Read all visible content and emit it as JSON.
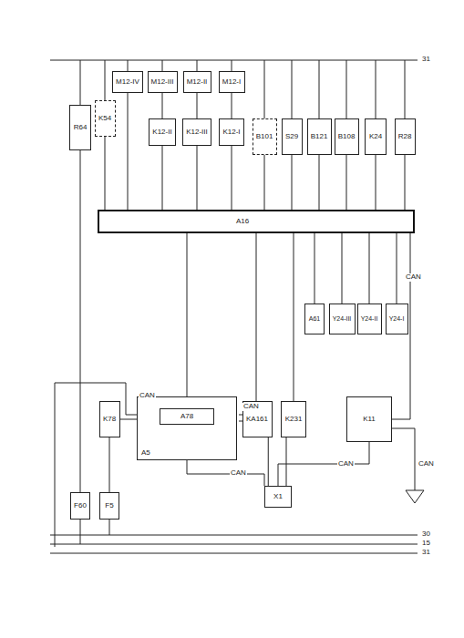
{
  "diagram": {
    "nodes": [
      {
        "text": [
          "R64"
        ]
      },
      {
        "text": [
          "K54"
        ]
      },
      {
        "text": [
          "M12-IV"
        ]
      },
      {
        "text": [
          "M12-III"
        ]
      },
      {
        "text": [
          "M12-II"
        ]
      },
      {
        "text": [
          "M12-I"
        ]
      },
      {
        "text": [
          "K12-II"
        ]
      },
      {
        "text": [
          "K12-III"
        ]
      },
      {
        "text": [
          "K12-I"
        ]
      },
      {
        "text": [
          "B101"
        ]
      },
      {
        "text": [
          "S29"
        ]
      },
      {
        "text": [
          "B121"
        ]
      },
      {
        "text": [
          "B108"
        ]
      },
      {
        "text": [
          "K24"
        ]
      },
      {
        "text": [
          "R28"
        ]
      },
      {
        "text": [
          "A16"
        ]
      },
      {
        "text": [
          "A61"
        ]
      },
      {
        "text": [
          "Y24-III"
        ]
      },
      {
        "text": [
          "Y24-II"
        ]
      },
      {
        "text": [
          "Y24-I"
        ]
      },
      {
        "text": [
          "K78"
        ]
      },
      {
        "text": [
          "A5"
        ]
      },
      {
        "text": [
          "A78"
        ],
        "in": 21
      },
      {
        "text": [
          "KA161"
        ]
      },
      {
        "text": [
          "K231"
        ]
      },
      {
        "text": [
          "K11"
        ]
      },
      {
        "text": [
          "X1"
        ]
      },
      {
        "text": [
          "F60"
        ]
      },
      {
        "text": [
          "F5"
        ]
      }
    ],
    "edges": [
      {
        "from": 1,
        "to": 15,
        "arrow": "none"
      },
      {
        "from": 2,
        "to": 15,
        "arrow": "none"
      },
      {
        "from": 3,
        "to": 6,
        "arrow": "none"
      },
      {
        "from": 4,
        "to": 7,
        "arrow": "none"
      },
      {
        "from": 5,
        "to": 8,
        "arrow": "none"
      },
      {
        "from": 6,
        "to": 15,
        "arrow": "none"
      },
      {
        "from": 7,
        "to": 15,
        "arrow": "none"
      },
      {
        "from": 8,
        "to": 15,
        "arrow": "none"
      },
      {
        "from": 9,
        "to": 15,
        "arrow": "none"
      },
      {
        "from": 10,
        "to": 15,
        "arrow": "none"
      },
      {
        "from": 11,
        "to": 15,
        "arrow": "none"
      },
      {
        "from": 12,
        "to": 15,
        "arrow": "none"
      },
      {
        "from": 13,
        "to": 15,
        "arrow": "none"
      },
      {
        "from": 14,
        "to": 15,
        "arrow": "none"
      },
      {
        "from": 15,
        "to": 16,
        "arrow": "none"
      },
      {
        "from": 15,
        "to": 17,
        "arrow": "none"
      },
      {
        "from": 15,
        "to": 18,
        "arrow": "none"
      },
      {
        "from": 15,
        "to": 19,
        "arrow": "none"
      },
      {
        "from": 15,
        "to": 21,
        "arrow": "none"
      },
      {
        "from": 15,
        "to": 23,
        "arrow": "none"
      },
      {
        "from": 15,
        "to": 24,
        "arrow": "none"
      },
      {
        "from": 15,
        "to": 25,
        "arrow": "none"
      },
      {
        "from": 20,
        "to": 21,
        "arrow": "none"
      },
      {
        "from": 23,
        "to": 26,
        "arrow": "none"
      },
      {
        "from": 24,
        "to": 26,
        "arrow": "none"
      },
      {
        "from": 25,
        "to": 26,
        "arrow": "none"
      },
      {
        "from": 0,
        "to": 27,
        "arrow": "none"
      },
      {
        "from": 20,
        "to": 28,
        "arrow": "none"
      }
    ],
    "labels": [
      "31",
      "30",
      "15",
      "31",
      "CAN",
      "CAN",
      "CAN",
      "CAN",
      "CAN",
      "CAN"
    ]
  }
}
